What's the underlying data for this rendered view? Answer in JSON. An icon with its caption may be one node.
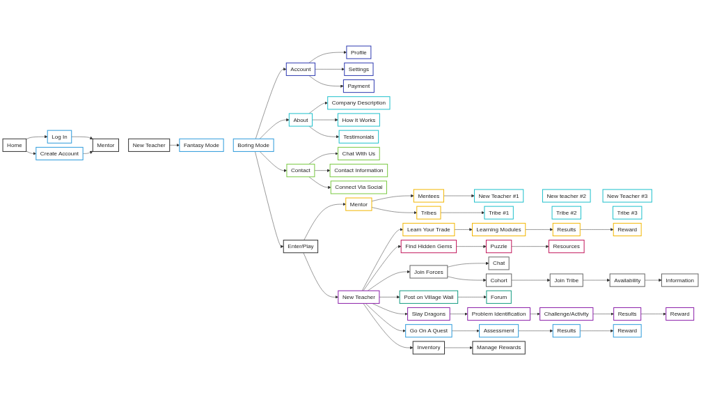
{
  "diagram": {
    "nodes": [
      {
        "text": [
          "Home"
        ]
      },
      {
        "text": [
          "Log In"
        ]
      },
      {
        "text": [
          "Create Account"
        ]
      },
      {
        "text": [
          "Mentor"
        ]
      },
      {
        "text": [
          "New Teacher"
        ]
      },
      {
        "text": [
          "Fantasy Mode"
        ]
      },
      {
        "text": [
          "Boring Mode"
        ]
      },
      {
        "text": [
          "Account"
        ]
      },
      {
        "text": [
          "Profile"
        ]
      },
      {
        "text": [
          "Settings"
        ]
      },
      {
        "text": [
          "Payment"
        ]
      },
      {
        "text": [
          "About"
        ]
      },
      {
        "text": [
          "Company Description"
        ]
      },
      {
        "text": [
          "How It Works"
        ]
      },
      {
        "text": [
          "Testimonials"
        ]
      },
      {
        "text": [
          "Contact"
        ]
      },
      {
        "text": [
          "Chat With Us"
        ]
      },
      {
        "text": [
          "Contact Information"
        ]
      },
      {
        "text": [
          "Connect Via Social"
        ]
      },
      {
        "text": [
          "Enter/Play"
        ]
      },
      {
        "text": [
          "Mentor"
        ]
      },
      {
        "text": [
          "Mentees"
        ]
      },
      {
        "text": [
          "New Teacher #1"
        ]
      },
      {
        "text": [
          "New teacher #2"
        ]
      },
      {
        "text": [
          "New Teacher #3"
        ]
      },
      {
        "text": [
          "Tribes"
        ]
      },
      {
        "text": [
          "Tribe #1"
        ]
      },
      {
        "text": [
          "Tribe #2"
        ]
      },
      {
        "text": [
          "Tribe #3"
        ]
      },
      {
        "text": [
          "New Teacher"
        ]
      },
      {
        "text": [
          "Learn Your Trade"
        ]
      },
      {
        "text": [
          "Learning Modules"
        ]
      },
      {
        "text": [
          "Results"
        ]
      },
      {
        "text": [
          "Reward"
        ]
      },
      {
        "text": [
          "Find Hidden Gems"
        ]
      },
      {
        "text": [
          "Puzzle"
        ]
      },
      {
        "text": [
          "Resources"
        ]
      },
      {
        "text": [
          "Join Forces"
        ]
      },
      {
        "text": [
          "Chat"
        ]
      },
      {
        "text": [
          "Cohort"
        ]
      },
      {
        "text": [
          "Join Tribe"
        ]
      },
      {
        "text": [
          "Availability"
        ]
      },
      {
        "text": [
          "Information"
        ]
      },
      {
        "text": [
          "Post on Village Wall"
        ]
      },
      {
        "text": [
          "Forum"
        ]
      },
      {
        "text": [
          "Slay Dragons"
        ]
      },
      {
        "text": [
          "Problem Identification"
        ]
      },
      {
        "text": [
          "Challenge/Activity"
        ]
      },
      {
        "text": [
          "Results"
        ]
      },
      {
        "text": [
          "Reward"
        ]
      },
      {
        "text": [
          "Go On A Quest"
        ]
      },
      {
        "text": [
          "Assessment"
        ]
      },
      {
        "text": [
          "Results"
        ]
      },
      {
        "text": [
          "Reward"
        ]
      },
      {
        "text": [
          "Inventory"
        ]
      },
      {
        "text": [
          "Manage Rewards"
        ]
      }
    ],
    "edges": [
      {
        "from": 0,
        "to": 1,
        "arrow": "to"
      },
      {
        "from": 0,
        "to": 2,
        "arrow": "to"
      },
      {
        "from": 1,
        "to": 3,
        "arrow": "to"
      },
      {
        "from": 2,
        "to": 3,
        "arrow": "to"
      },
      {
        "from": 4,
        "to": 5,
        "arrow": "to"
      },
      {
        "from": 6,
        "to": 7,
        "arrow": "to"
      },
      {
        "from": 6,
        "to": 11,
        "arrow": "to"
      },
      {
        "from": 6,
        "to": 15,
        "arrow": "to"
      },
      {
        "from": 6,
        "to": 19,
        "arrow": "to"
      },
      {
        "from": 7,
        "to": 8,
        "arrow": "to"
      },
      {
        "from": 7,
        "to": 9,
        "arrow": "to"
      },
      {
        "from": 7,
        "to": 10,
        "arrow": "to"
      },
      {
        "from": 11,
        "to": 12,
        "arrow": "to"
      },
      {
        "from": 11,
        "to": 13,
        "arrow": "to"
      },
      {
        "from": 11,
        "to": 14,
        "arrow": "to"
      },
      {
        "from": 15,
        "to": 16,
        "arrow": "to"
      },
      {
        "from": 15,
        "to": 17,
        "arrow": "to"
      },
      {
        "from": 15,
        "to": 18,
        "arrow": "to"
      },
      {
        "from": 19,
        "to": 20,
        "arrow": "to"
      },
      {
        "from": 19,
        "to": 29,
        "arrow": "to"
      },
      {
        "from": 20,
        "to": 21,
        "arrow": "to"
      },
      {
        "from": 20,
        "to": 25,
        "arrow": "to"
      },
      {
        "from": 21,
        "to": 22,
        "arrow": "to"
      },
      {
        "from": 25,
        "to": 26,
        "arrow": "to"
      },
      {
        "from": 29,
        "to": 30,
        "arrow": "to"
      },
      {
        "from": 29,
        "to": 34,
        "arrow": "to"
      },
      {
        "from": 29,
        "to": 37,
        "arrow": "to"
      },
      {
        "from": 29,
        "to": 43,
        "arrow": "to"
      },
      {
        "from": 29,
        "to": 45,
        "arrow": "to"
      },
      {
        "from": 29,
        "to": 50,
        "arrow": "to"
      },
      {
        "from": 29,
        "to": 54,
        "arrow": "to"
      },
      {
        "from": 30,
        "to": 31,
        "arrow": "to"
      },
      {
        "from": 31,
        "to": 32,
        "arrow": "to"
      },
      {
        "from": 32,
        "to": 33,
        "arrow": "to"
      },
      {
        "from": 34,
        "to": 35,
        "arrow": "to"
      },
      {
        "from": 35,
        "to": 36,
        "arrow": "to"
      },
      {
        "from": 37,
        "to": 38,
        "arrow": "to"
      },
      {
        "from": 37,
        "to": 39,
        "arrow": "to"
      },
      {
        "from": 39,
        "to": 40,
        "arrow": "to"
      },
      {
        "from": 40,
        "to": 41,
        "arrow": "to"
      },
      {
        "from": 41,
        "to": 42,
        "arrow": "to"
      },
      {
        "from": 43,
        "to": 44,
        "arrow": "to"
      },
      {
        "from": 45,
        "to": 46,
        "arrow": "to"
      },
      {
        "from": 46,
        "to": 47,
        "arrow": "to"
      },
      {
        "from": 47,
        "to": 48,
        "arrow": "to"
      },
      {
        "from": 48,
        "to": 49,
        "arrow": "to"
      },
      {
        "from": 50,
        "to": 51,
        "arrow": "to"
      },
      {
        "from": 51,
        "to": 52,
        "arrow": "to"
      },
      {
        "from": 52,
        "to": 53,
        "arrow": "to"
      },
      {
        "from": 54,
        "to": 55,
        "arrow": "to"
      }
    ]
  }
}
